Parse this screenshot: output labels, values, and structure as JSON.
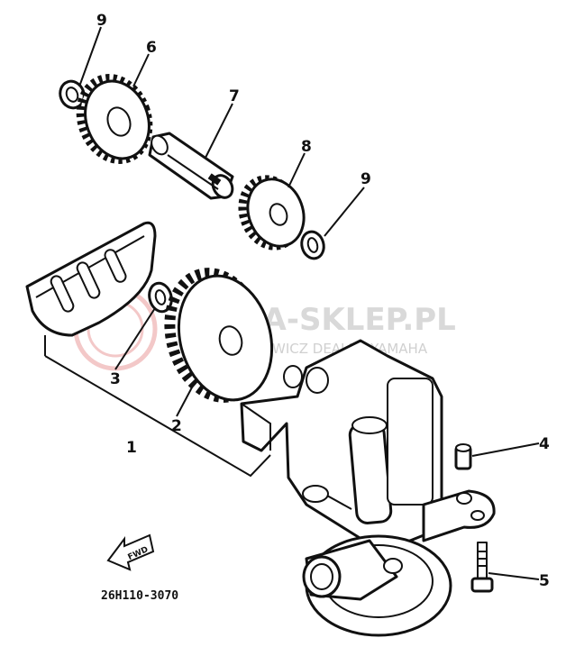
{
  "callouts": {
    "c1": "1",
    "c2": "2",
    "c3": "3",
    "c4": "4",
    "c5": "5",
    "c6": "6",
    "c7": "7",
    "c8": "8",
    "c9a": "9",
    "c9b": "9"
  },
  "fwd_label": "FWD",
  "diagram_code": "26H110-3070",
  "watermark": {
    "title": "YAMA-SKLEP.PL",
    "subtitle": "WOJ. LECHOWICZ DEALER YAMAHA"
  }
}
